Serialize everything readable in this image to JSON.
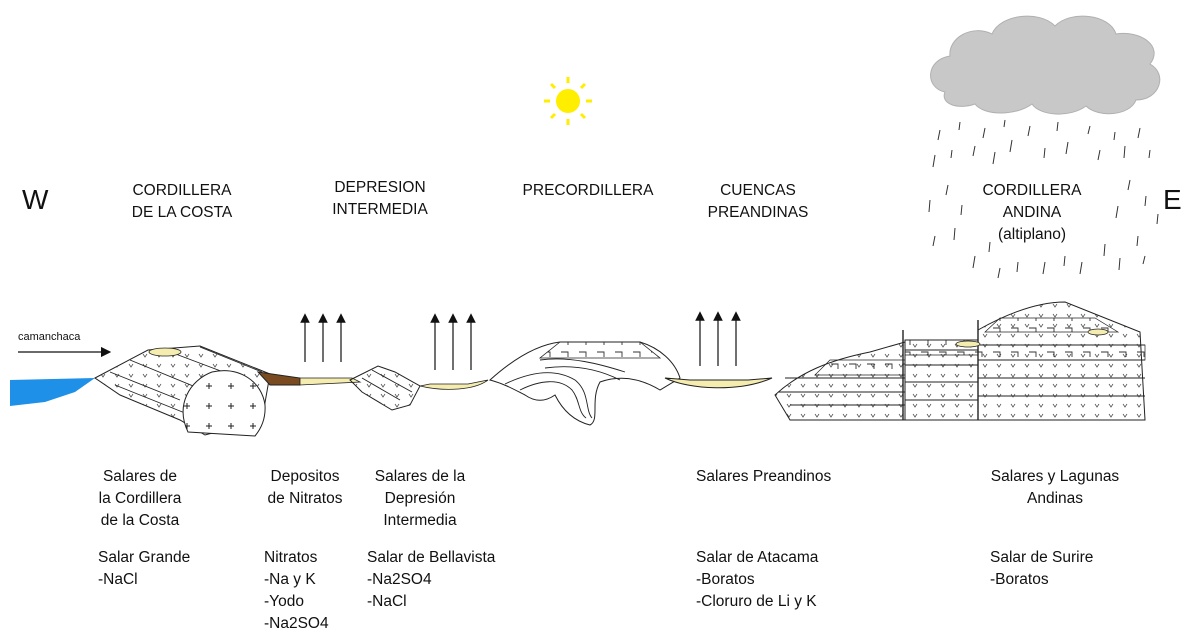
{
  "directions": {
    "west": "W",
    "east": "E"
  },
  "zones": [
    {
      "id": "costa",
      "lines": [
        "CORDILLERA",
        "DE LA COSTA"
      ]
    },
    {
      "id": "depresion",
      "lines": [
        "DEPRESION",
        "INTERMEDIA"
      ]
    },
    {
      "id": "precordillera",
      "lines": [
        "PRECORDILLERA"
      ]
    },
    {
      "id": "cuencas",
      "lines": [
        "CUENCAS",
        "PREANDINAS"
      ]
    },
    {
      "id": "andina",
      "lines": [
        "CORDILLERA",
        "ANDINA",
        "(altiplano)"
      ]
    }
  ],
  "camanchaca": "camanchaca",
  "groups": [
    {
      "id": "costa",
      "title": [
        "Salares de",
        "la Cordillera",
        "de la Costa"
      ],
      "example": [
        "Salar Grande",
        "-NaCl"
      ]
    },
    {
      "id": "nitratos",
      "title": [
        "Depositos",
        "de Nitratos"
      ],
      "example": [
        "Nitratos",
        "-Na y K",
        "-Yodo",
        "-Na2SO4"
      ]
    },
    {
      "id": "depresion",
      "title": [
        "Salares de la",
        "Depresión",
        "Intermedia"
      ],
      "example": [
        "Salar de Bellavista",
        "-Na2SO4",
        "-NaCl"
      ]
    },
    {
      "id": "preandinos",
      "title": [
        "Salares Preandinos"
      ],
      "example": [
        "Salar de Atacama",
        "-Boratos",
        "-Cloruro de Li y K"
      ]
    },
    {
      "id": "andinas",
      "title": [
        "Salares y Lagunas",
        "Andinas"
      ],
      "example": [
        "Salar de Surire",
        "-Boratos"
      ]
    }
  ],
  "colors": {
    "sea": "#1e90e8",
    "salar": "#f5ecb0",
    "nitrate": "#7a4a20",
    "sun": "#ffee00",
    "cloud": "#c8c8c8"
  },
  "icons": [
    "sun-icon",
    "cloud-icon",
    "rain-icon",
    "evaporation-arrow-icon",
    "wind-arrow-icon"
  ]
}
